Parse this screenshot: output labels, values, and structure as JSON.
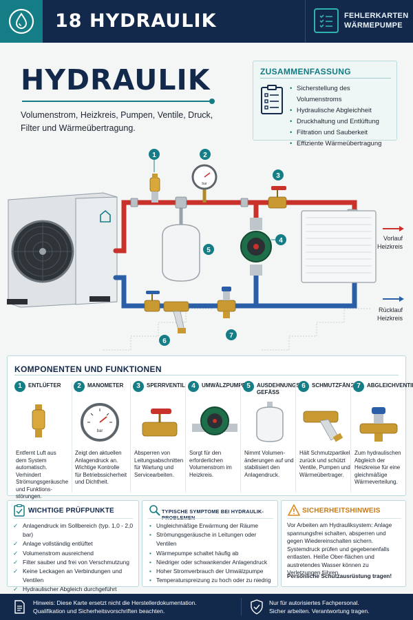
{
  "header": {
    "title": "18  HYDRAULIK",
    "badge_line1": "FEHLERKARTEN",
    "badge_line2": "WÄRMEPUMPE",
    "icons": [
      "water-drop-icon",
      "checklist-icon"
    ]
  },
  "page_title": "HYDRAULIK",
  "subtitle": "Volumenstrom, Heizkreis, Pumpen, Ventile, Druck, Filter und Wärmeübertragung.",
  "summary": {
    "heading": "ZUSAMMENFASSUNG",
    "items": [
      "Sicherstellung des Volumenstroms",
      "Hydraulische Abgleichheit",
      "Druckhaltung und Entlüftung",
      "Filtration und Sauberkeit",
      "Effiziente Wärmeübertragung"
    ]
  },
  "diagram": {
    "markers": [
      "1",
      "2",
      "3",
      "4",
      "5",
      "6",
      "7"
    ],
    "gauge_unit": "bar",
    "supply_label": [
      "Vorlauf",
      "Heizkreis"
    ],
    "return_label": [
      "Rücklauf",
      "Heizkreis"
    ],
    "colors": {
      "supply": "#c8322a",
      "return": "#2a5fa8",
      "accent": "#147d86"
    }
  },
  "components": {
    "heading": "KOMPONENTEN UND FUNKTIONEN",
    "items": [
      {
        "num": "1",
        "title": "ENTLÜFTER",
        "text": "Entfernt Luft aus dem System automatisch. Verhindert Strömungsgeräusche und Funktions-störungen."
      },
      {
        "num": "2",
        "title": "MANOMETER",
        "text": "Zeigt den aktuellen Anlagendruck an. Wichtige Kontrolle für Betriebssicherheit und Dichtheit."
      },
      {
        "num": "3",
        "title": "SPERRVENTIL",
        "text": "Absperren von Leitungsabschnitten für Wartung und Servicearbeiten."
      },
      {
        "num": "4",
        "title": "UMWÄLZPUMPE",
        "text": "Sorgt für den erforderlichen Volumenstrom im Heizkreis."
      },
      {
        "num": "5",
        "title": "AUSDEHNUNGS-GEFÄSS",
        "text": "Nimmt Volumen-änderungen auf und stabilisiert den Anlagendruck."
      },
      {
        "num": "6",
        "title": "SCHMUTZFÄNGER",
        "text": "Hält Schmutzpartikel zurück und schützt Ventile, Pumpen und Wärmeübertrager."
      },
      {
        "num": "7",
        "title": "ABGLEICHVENTIL",
        "text": "Zum hydraulischen Abgleich der Heizkreise für eine gleichmäßige Wärmeverteilung."
      }
    ]
  },
  "checks": {
    "heading": "WICHTIGE PRÜFPUNKTE",
    "items": [
      "Anlagendruck im Sollbereich (typ. 1,0 - 2,0 bar)",
      "Anlage vollständig entlüftet",
      "Volumenstrom ausreichend",
      "Filter sauber und frei von Verschmutzung",
      "Keine Leckagen an Verbindungen und Ventilen",
      "Hydraulischer Abgleich durchgeführt"
    ]
  },
  "symptoms": {
    "heading": "TYPISCHE SYMPTOME BEI HYDRAULIK-PROBLEMEN",
    "items": [
      "Ungleichmäßige Erwärmung der Räume",
      "Strömungsgeräusche in Leitungen oder Ventilen",
      "Wärmepumpe schaltet häufig ab",
      "Niedriger oder schwankender Anlagendruck",
      "Hoher Stromverbrauch der Umwälzpumpe",
      "Temperaturspreizung zu hoch oder zu niedrig"
    ]
  },
  "safety": {
    "heading": "SICHERHEITSHINWEIS",
    "text": "Vor Arbeiten am Hydrauliksystem: Anlage spannungsfrei schalten, absperren und gegen Wiedereinschalten sichern. Systemdruck prüfen und gegebenenfalls entlasten. Heiße Ober-flächen und austretendes Wasser können zu Verletzungen führen.",
    "bold": "Persönliche Schutzausrüstung tragen!"
  },
  "footer": {
    "left_line1": "Hinweis: Diese Karte ersetzt nicht die Herstellerdokumentation.",
    "left_line2": "Qualifikation und Sicherheitsvorschriften beachten.",
    "right_line1": "Nur für autorisiertes Fachpersonal.",
    "right_line2": "Sicher arbeiten. Verantwortung tragen."
  }
}
